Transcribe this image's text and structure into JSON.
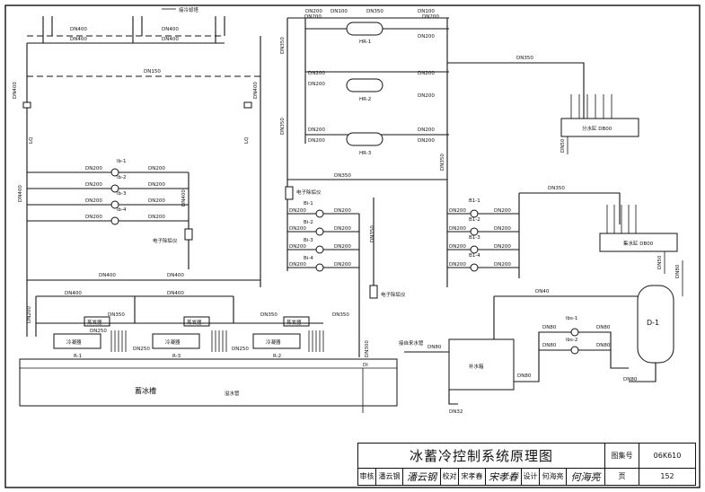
{
  "title_block": {
    "title": "冰蓄冷控制系统原理图",
    "atlas_label": "图集号",
    "atlas_no": "06K610",
    "review_label": "审核",
    "reviewer": "潘云钢",
    "reviewer_sig": "潘云钢",
    "check_label": "校对",
    "checker": "宋孝春",
    "checker_sig": "宋孝春",
    "design_label": "设计",
    "designer": "何海亮",
    "designer_sig": "何海亮",
    "page_label": "页",
    "page_no": "152"
  },
  "labels": {
    "cooling_tower": "接冷却塔",
    "dn400": "DN400",
    "dn350": "DN350",
    "dn300": "DN300",
    "dn250": "DN250",
    "dn200": "DN200",
    "dn150": "DN150",
    "dn100": "DN100",
    "dn80": "DN80",
    "dn50": "DN50",
    "dn40": "DN40",
    "dn32": "DN32",
    "lq": "LQ",
    "hr1": "HR-1",
    "hr2": "HR-2",
    "hr3": "HR-3",
    "manifold_supply": "分水缸 DB00",
    "manifold_return": "集水缸 DB00",
    "descaler": "电子除垢仪",
    "lb1": "lb-1",
    "lb2": "lb-2",
    "lb3": "lb-3",
    "lb4": "lb-4",
    "b1_1": "B1-1",
    "b1_2": "B1-2",
    "b1_3": "B1-3",
    "b1_4": "B1-4",
    "bi1": "Bi-1",
    "bi2": "Bi-2",
    "bi3": "Bi-3",
    "bi4": "Bi-4",
    "lbs1": "lbs-1",
    "lbs2": "lbs-2",
    "chiller": "冷凝器",
    "evaporator": "蒸发器",
    "r1": "R-1",
    "r2": "R-2",
    "r3": "R-3",
    "ice_tank": "蓄冰槽",
    "makeup_tank": "补水箱",
    "tap_water": "接自来水管",
    "overflow": "溢水管",
    "d1": "D-1",
    "dl": "Dl"
  }
}
